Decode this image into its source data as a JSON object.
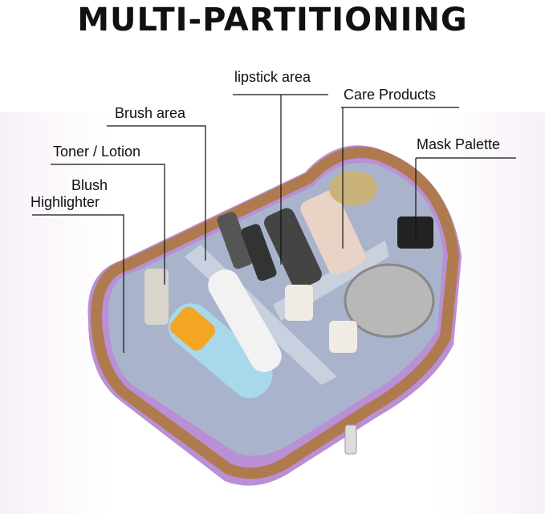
{
  "title": "MULTI-PARTITIONING",
  "labels": {
    "lipstick": "lipstick area",
    "care": "Care Products",
    "brush": "Brush area",
    "mask": "Mask Palette",
    "toner": "Toner / Lotion",
    "blush_line1": "Blush",
    "blush_line2": "Highlighter"
  },
  "colors": {
    "bag_purple": "#b98fd6",
    "trim_brown": "#b07a4f",
    "lining": "#a9b4cc"
  }
}
